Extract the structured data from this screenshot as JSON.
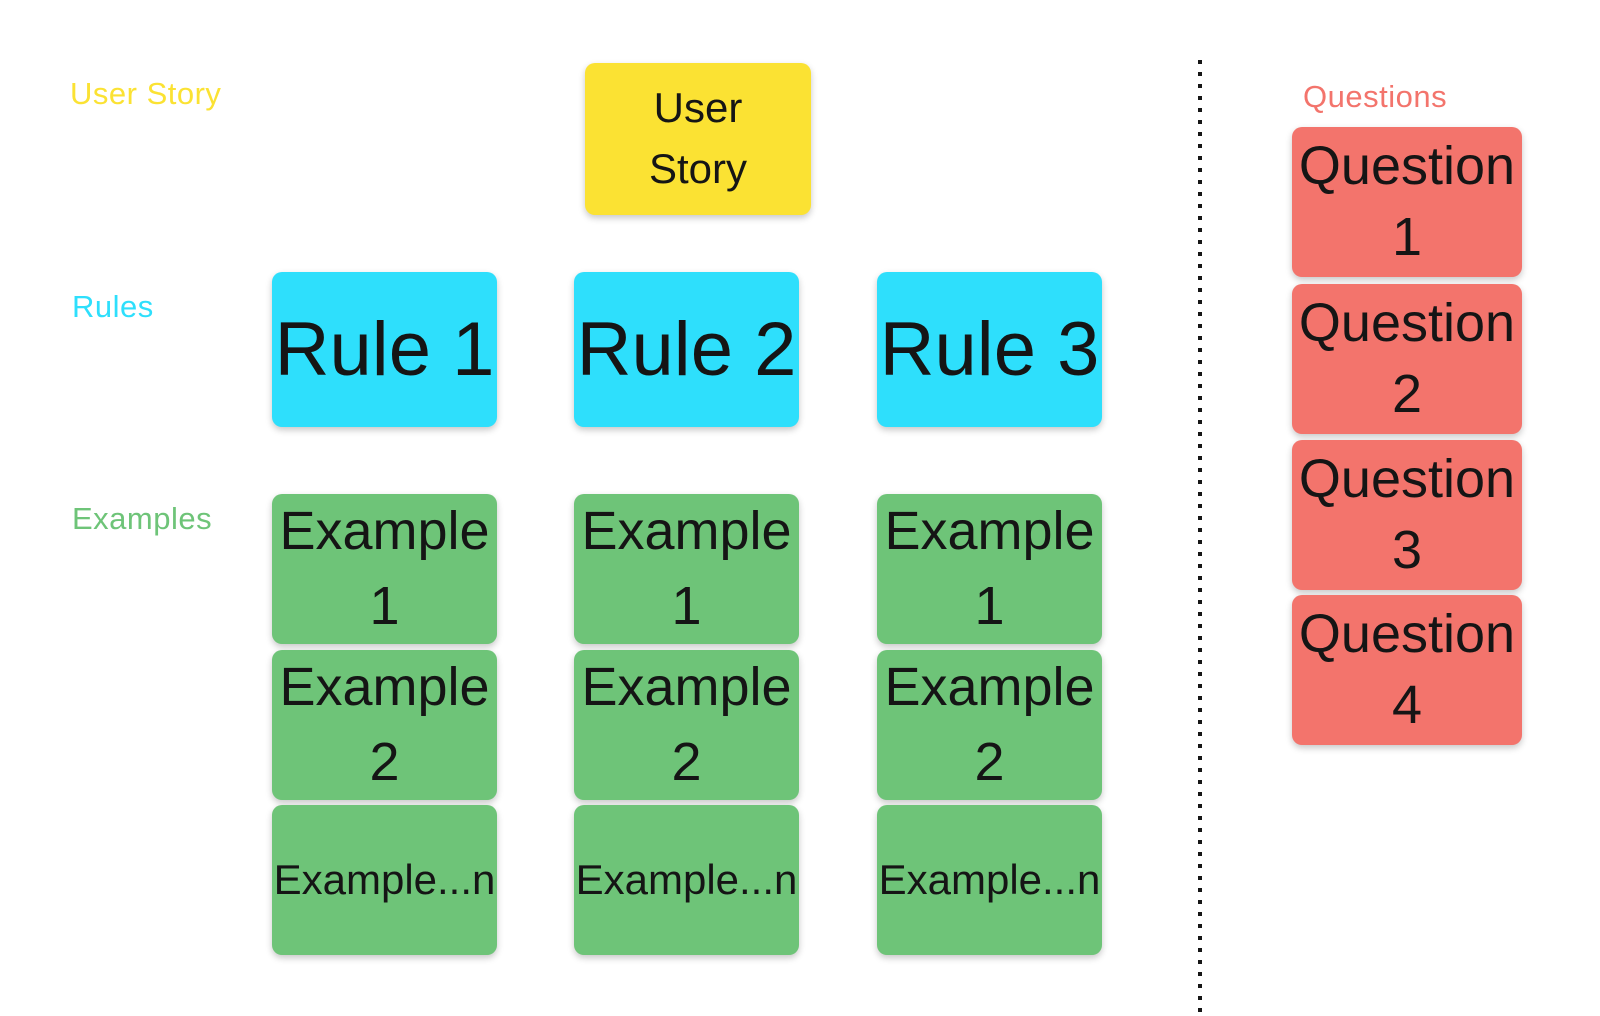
{
  "diagram": {
    "background": "#ffffff",
    "text_color": "#151515"
  },
  "colors": {
    "user_story": "#FBE233",
    "rule": "#2EDFFC",
    "example": "#6EC478",
    "question": "#F3746C",
    "divider": "#161616"
  },
  "section_labels": {
    "user_story": "User Story",
    "rules": "Rules",
    "examples": "Examples",
    "questions": "Questions"
  },
  "user_story_card": {
    "line1": "User",
    "line2": "Story"
  },
  "rule_cards": [
    {
      "label": "Rule 1"
    },
    {
      "label": "Rule 2"
    },
    {
      "label": "Rule 3"
    }
  ],
  "example_columns": [
    {
      "cards": [
        {
          "line1": "Example",
          "line2": "1"
        },
        {
          "line1": "Example",
          "line2": "2"
        },
        {
          "line1": "Example...n"
        }
      ]
    },
    {
      "cards": [
        {
          "line1": "Example",
          "line2": "1"
        },
        {
          "line1": "Example",
          "line2": "2"
        },
        {
          "line1": "Example...n"
        }
      ]
    },
    {
      "cards": [
        {
          "line1": "Example",
          "line2": "1"
        },
        {
          "line1": "Example",
          "line2": "2"
        },
        {
          "line1": "Example...n"
        }
      ]
    }
  ],
  "question_cards": [
    {
      "line1": "Question",
      "line2": "1"
    },
    {
      "line1": "Question",
      "line2": "2"
    },
    {
      "line1": "Question",
      "line2": "3"
    },
    {
      "line1": "Question",
      "line2": "4"
    }
  ]
}
